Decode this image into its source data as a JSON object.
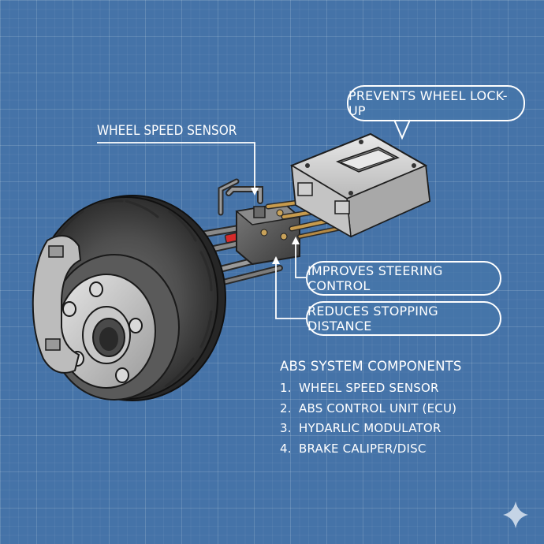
{
  "labels": {
    "wheel_speed_sensor": "WHEEL SPEED SENSOR",
    "prevents_lockup": "PREVENTS WHEEL LOCK-UP",
    "improves_steering": "IMPROVES STEERING CONTROL",
    "reduces_distance": "REDUCES STOPPING DISTANCE"
  },
  "legend": {
    "title": "ABS SYSTEM COMPONENTS",
    "items": [
      {
        "num": "1.",
        "text": "WHEEL SPEED SENSOR"
      },
      {
        "num": "2.",
        "text": "ABS CONTROL UNIT (ECU)"
      },
      {
        "num": "3.",
        "text": "HYDARLIC MODULATOR"
      },
      {
        "num": "4.",
        "text": "BRAKE CALIPER/DISC"
      }
    ]
  },
  "colors": {
    "background": "#4573a8",
    "line": "#ffffff",
    "tube_highlight": "#d62b2b"
  },
  "icons": [
    "sparkle-icon"
  ]
}
